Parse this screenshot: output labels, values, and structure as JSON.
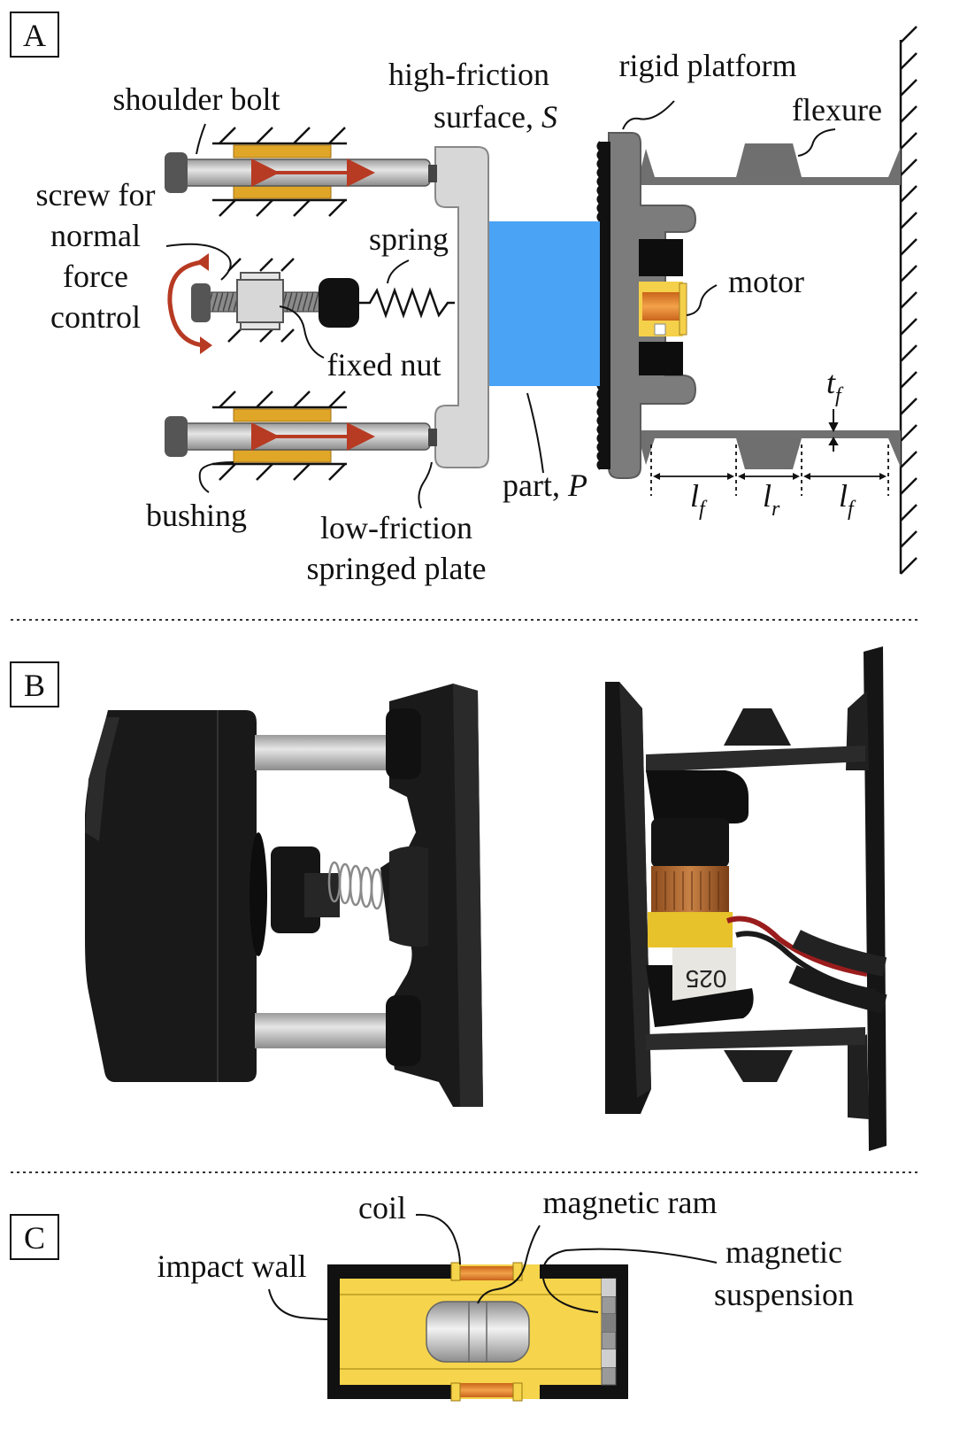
{
  "panels": {
    "a": {
      "letter": "A",
      "labels": {
        "shoulder_bolt": "shoulder bolt",
        "high_friction_1": "high-friction",
        "high_friction_2": "surface,",
        "surface_symbol": "S",
        "rigid_platform": "rigid platform",
        "flexure": "flexure",
        "screw_1": "screw for",
        "screw_2": "normal",
        "screw_3": "force",
        "screw_4": "control",
        "spring": "spring",
        "motor": "motor",
        "fixed_nut": "fixed nut",
        "bushing": "bushing",
        "low_friction_1": "low-friction",
        "low_friction_2": "springed plate",
        "part": "part,",
        "part_symbol": "P",
        "t_f": "t",
        "t_f_sub": "f",
        "l_f_left": "l",
        "l_f_left_sub": "f",
        "l_r": "l",
        "l_r_sub": "r",
        "l_f_right": "l",
        "l_f_right_sub": "f"
      }
    },
    "b": {
      "letter": "B",
      "photo_text": "025"
    },
    "c": {
      "letter": "C",
      "labels": {
        "coil": "coil",
        "magnetic_ram": "magnetic ram",
        "impact_wall": "impact wall",
        "magnetic_1": "magnetic",
        "magnetic_2": "suspension"
      }
    }
  },
  "colors": {
    "blue_part": "#4aa3f5",
    "brass": "#e4a82a",
    "red_arrow": "#b73a22",
    "light_gray": "#d5d5d5",
    "dark_gray": "#7a7a7a",
    "yellow": "#f6d44c",
    "copper": "#e59038"
  }
}
